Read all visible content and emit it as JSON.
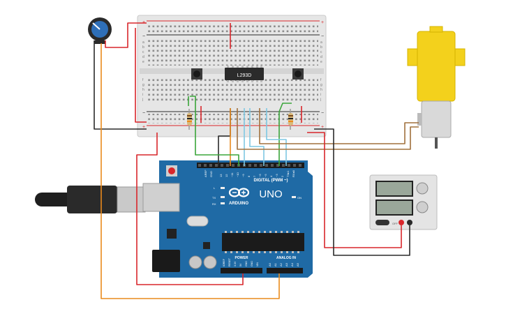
{
  "breadboard": {
    "rail_plus": "+",
    "rail_minus": "−",
    "row_letters_top": [
      "a",
      "b",
      "c",
      "d",
      "e"
    ],
    "row_letters_bottom": [
      "f",
      "g",
      "h",
      "i",
      "j"
    ]
  },
  "ic": {
    "label": "L293D"
  },
  "arduino": {
    "aref": "AREF",
    "gnd": "GND",
    "pins_digital": [
      "13",
      "12",
      "~11",
      "~10",
      "~9",
      "8",
      "7",
      "~6",
      "~5",
      "4",
      "~3",
      "2",
      "TX▸1",
      "RX◂0"
    ],
    "digital_label": "DIGITAL (PWM ~)",
    "brand": "ARDUINO",
    "model": "UNO",
    "on_label": "ON",
    "l_label": "L",
    "tx_label": "TX",
    "rx_label": "RX",
    "power_label": "POWER",
    "power_pins": [
      "IOREF",
      "RESET",
      "3.3V",
      "5V",
      "GND",
      "GND",
      "VIN"
    ],
    "analog_label": "ANALOG IN",
    "analog_pins": [
      "A0",
      "A1",
      "A2",
      "A3",
      "A4",
      "A5"
    ]
  },
  "power_supply": {
    "switch_label": "OFF"
  },
  "colors": {
    "board_blue": "#1f6aa5",
    "breadboard": "#e9e9e9",
    "wire_red": "#d9262b",
    "wire_black": "#2a2a2a",
    "wire_orange": "#e98a1c",
    "wire_green": "#3aa53a",
    "wire_blue": "#7ec8e3",
    "wire_brown": "#a0703c",
    "motor_yellow": "#f3d11c"
  }
}
